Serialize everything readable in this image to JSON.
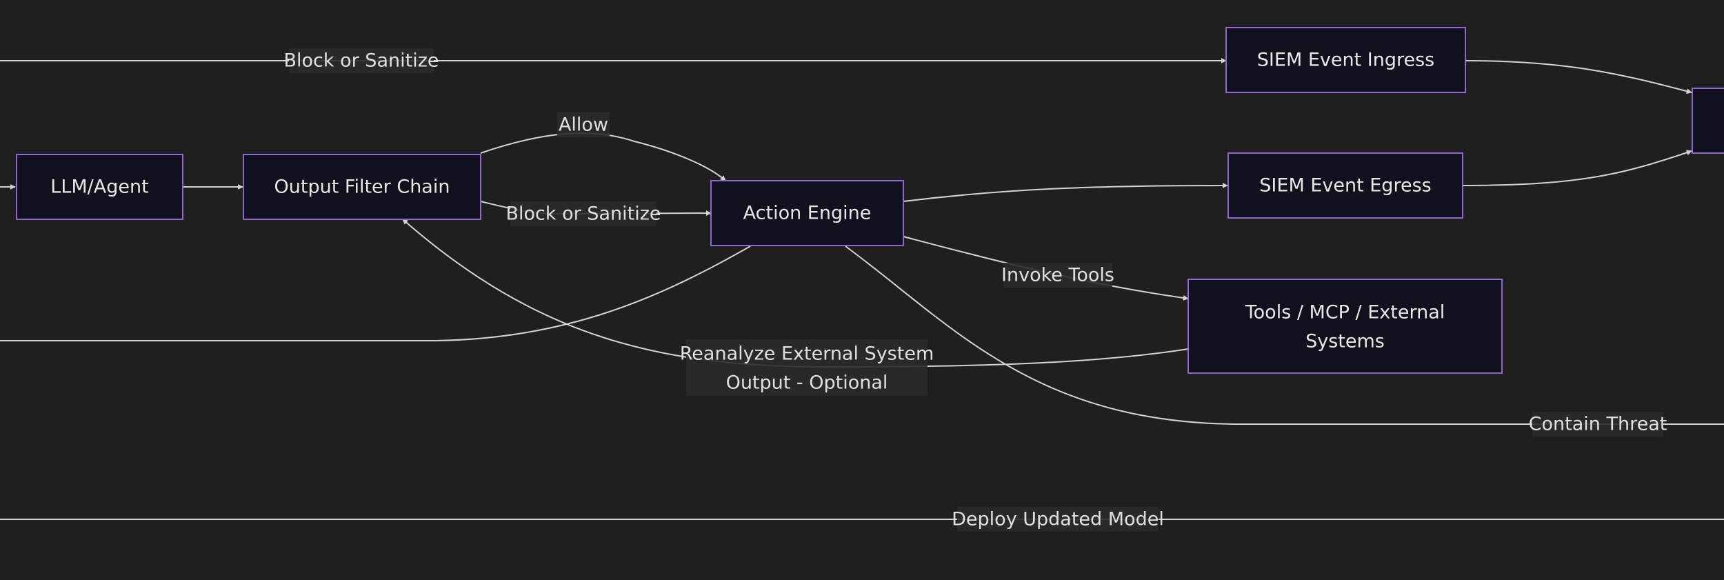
{
  "nodes": {
    "llm_agent": "LLM/Agent",
    "output_filter_chain": "Output Filter Chain",
    "action_engine": "Action Engine",
    "siem_event_ingress": "SIEM Event Ingress",
    "siem_event_egress": "SIEM Event Egress",
    "tools_external": [
      "Tools / MCP / External",
      "Systems"
    ]
  },
  "edge_labels": {
    "block_or_sanitize_top": "Block or Sanitize",
    "allow": "Allow",
    "block_or_sanitize_mid": "Block or Sanitize",
    "invoke_tools": "Invoke Tools",
    "reanalyze": [
      "Reanalyze External System",
      "Output - Optional"
    ],
    "contain_threat": "Contain Threat",
    "deploy_updated_model": "Deploy Updated Model"
  },
  "colors": {
    "background": "#1f1f1f",
    "node_fill": "#10101f",
    "node_stroke": "#8a6ad0",
    "edge": "#d4d4d4"
  }
}
